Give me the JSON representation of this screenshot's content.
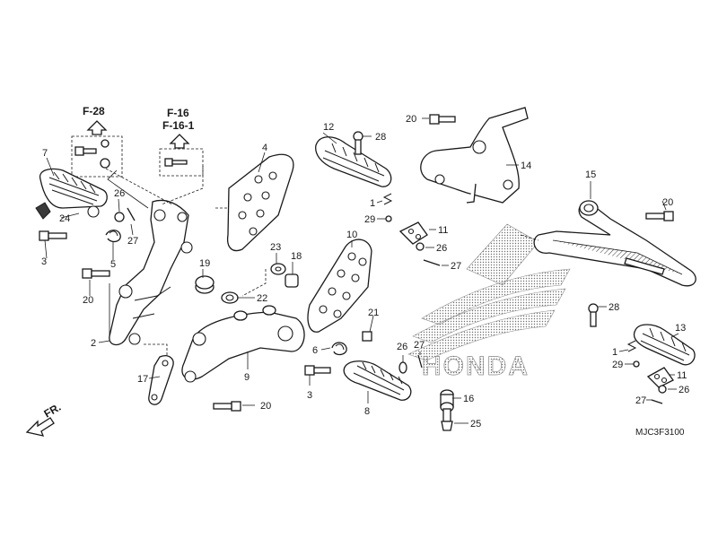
{
  "diagram": {
    "diagram_code": "MJC3F3100",
    "front_label": "FR.",
    "brand_text": "HONDA",
    "references": [
      {
        "id": "ref-f28",
        "text": "F-28"
      },
      {
        "id": "ref-f16",
        "text": "F-16"
      },
      {
        "id": "ref-f16-1",
        "text": "F-16-1"
      }
    ],
    "callouts": [
      {
        "id": "c-7",
        "text": "7"
      },
      {
        "id": "c-24",
        "text": "24"
      },
      {
        "id": "c-3a",
        "text": "3"
      },
      {
        "id": "c-26a",
        "text": "26"
      },
      {
        "id": "c-27a",
        "text": "27"
      },
      {
        "id": "c-5",
        "text": "5"
      },
      {
        "id": "c-20a",
        "text": "20"
      },
      {
        "id": "c-2",
        "text": "2"
      },
      {
        "id": "c-17",
        "text": "17"
      },
      {
        "id": "c-4",
        "text": "4"
      },
      {
        "id": "c-19",
        "text": "19"
      },
      {
        "id": "c-23",
        "text": "23"
      },
      {
        "id": "c-18",
        "text": "18"
      },
      {
        "id": "c-22",
        "text": "22"
      },
      {
        "id": "c-9",
        "text": "9"
      },
      {
        "id": "c-20b",
        "text": "20"
      },
      {
        "id": "c-12",
        "text": "12"
      },
      {
        "id": "c-28a",
        "text": "28"
      },
      {
        "id": "c-1a",
        "text": "1"
      },
      {
        "id": "c-29a",
        "text": "29"
      },
      {
        "id": "c-11a",
        "text": "11"
      },
      {
        "id": "c-26b",
        "text": "26"
      },
      {
        "id": "c-27b",
        "text": "27"
      },
      {
        "id": "c-10",
        "text": "10"
      },
      {
        "id": "c-21",
        "text": "21"
      },
      {
        "id": "c-6",
        "text": "6"
      },
      {
        "id": "c-26c",
        "text": "26"
      },
      {
        "id": "c-27c",
        "text": "27"
      },
      {
        "id": "c-3b",
        "text": "3"
      },
      {
        "id": "c-8",
        "text": "8"
      },
      {
        "id": "c-16",
        "text": "16"
      },
      {
        "id": "c-25",
        "text": "25"
      },
      {
        "id": "c-20c",
        "text": "20"
      },
      {
        "id": "c-14",
        "text": "14"
      },
      {
        "id": "c-15",
        "text": "15"
      },
      {
        "id": "c-20d",
        "text": "20"
      },
      {
        "id": "c-28b",
        "text": "28"
      },
      {
        "id": "c-13",
        "text": "13"
      },
      {
        "id": "c-1b",
        "text": "1"
      },
      {
        "id": "c-29b",
        "text": "29"
      },
      {
        "id": "c-11b",
        "text": "11"
      },
      {
        "id": "c-27d",
        "text": "27"
      },
      {
        "id": "c-26d",
        "text": "26"
      }
    ]
  }
}
